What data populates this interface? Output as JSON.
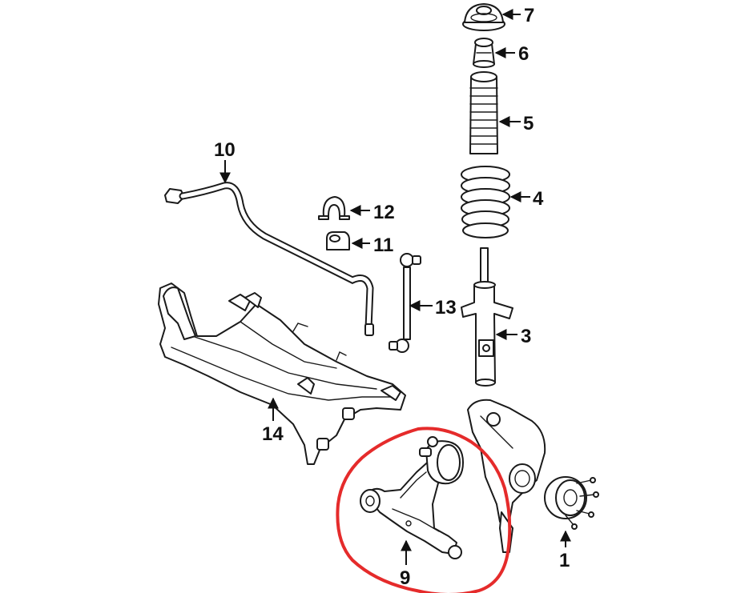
{
  "callouts": {
    "c1": "1",
    "c3": "3",
    "c4": "4",
    "c5": "5",
    "c6": "6",
    "c7": "7",
    "c9": "9",
    "c10": "10",
    "c11": "11",
    "c12": "12",
    "c13": "13",
    "c14": "14"
  },
  "colors": {
    "line": "#1a1a1a",
    "highlight": "#e52b2b",
    "background": "#ffffff"
  }
}
